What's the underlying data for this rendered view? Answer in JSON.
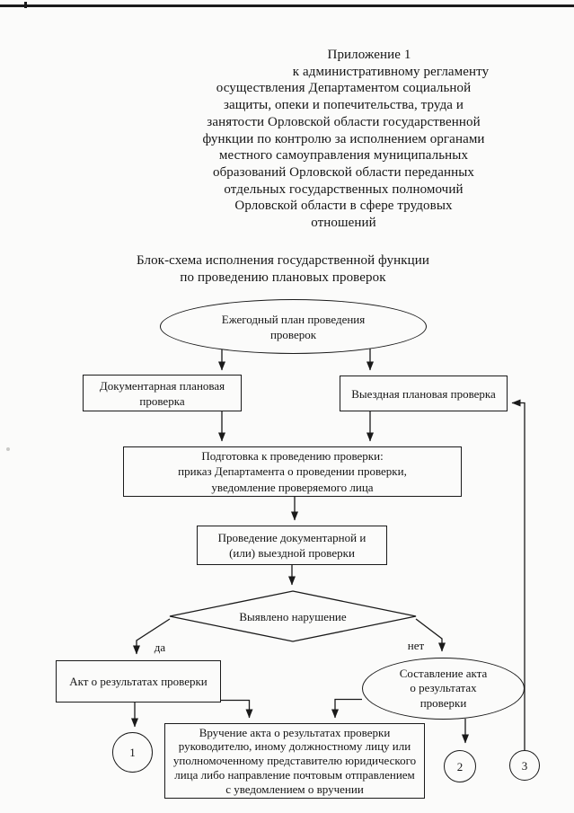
{
  "annex": {
    "line1": "Приложение 1",
    "line2": "к административному регламенту",
    "paragraph": "осуществления Департаментом социальной\nзащиты, опеки и попечительства, труда и\nзанятости Орловской области государственной\nфункции по контролю за исполнением органами\nместного самоуправления муниципальных\nобразований Орловской области переданных\nотдельных государственных полномочий\nОрловской области в сфере трудовых\nотношений"
  },
  "title": "Блок-схема исполнения государственной функции\nпо проведению плановых проверок",
  "nodes": {
    "annual_plan": "Ежегодный план проведения\nпроверок",
    "documentary": "Документарная плановая\nпроверка",
    "field": "Выездная плановая проверка",
    "preparation": "Подготовка к проведению проверки:\nприказ Департамента о проведении проверки,\nуведомление проверяемого лица",
    "conducting": "Проведение документарной и\n(или) выездной проверки",
    "decision": "Выявлено нарушение",
    "act": "Акт о результатах проверки",
    "drawing_act": "Составление акта\nо результатах\nпроверки",
    "handing": "Вручение акта о результатах проверки\nруководителю, иному должностному лицу или\nуполномоченному представителю юридического\nлица либо направление почтовым отправлением\nс уведомлением о вручении",
    "c1": "1",
    "c2": "2",
    "c3": "3"
  },
  "labels": {
    "yes": "да",
    "no": "нет"
  },
  "colors": {
    "ink": "#1a1a1a",
    "paper": "#fbfbfa"
  }
}
